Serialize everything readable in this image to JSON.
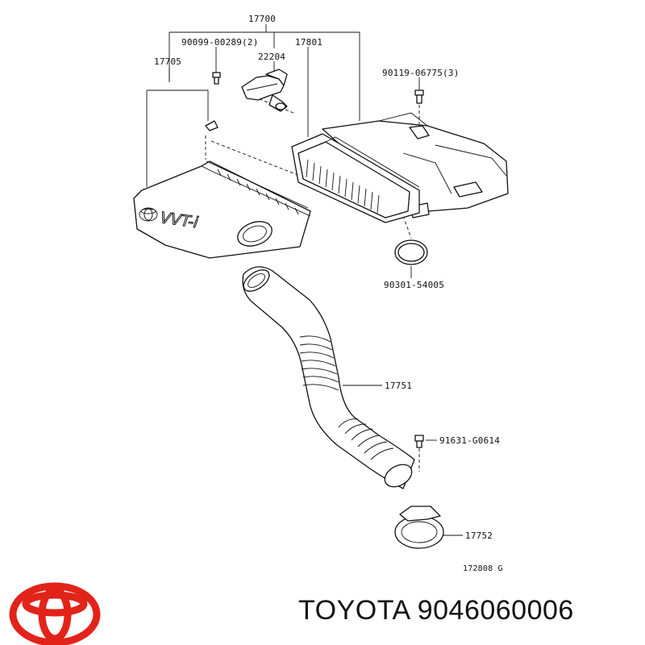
{
  "diagram": {
    "part_labels": {
      "assembly": "17700",
      "bolt_upper": "90099-00289(2)",
      "sensor": "22204",
      "filter_element": "17801",
      "cap": "17705",
      "bolt_right": "90119-06775(3)",
      "o_ring": "90301-54005",
      "hose": "17751",
      "bolt_lower": "91631-G0614",
      "clamp_ring": "17752",
      "drawing_code": "172808 G"
    },
    "cover_text": "VVT-i"
  },
  "footer": {
    "brand_line": "TOYOTA 9046060006",
    "logo_icon": "toyota-logo-icon",
    "logo_color": "#e2231a"
  }
}
